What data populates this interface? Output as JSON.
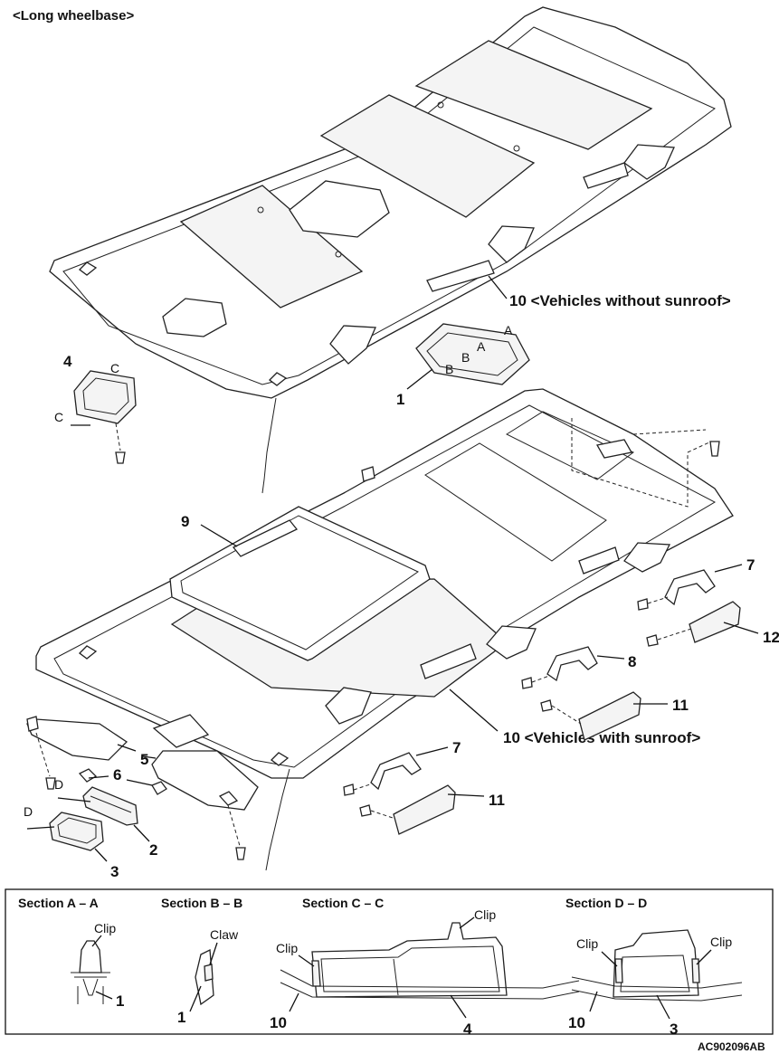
{
  "header_title": "<Long wheelbase>",
  "callouts": {
    "c1_top": "1",
    "c2": "2",
    "c3": "3",
    "c4": "4",
    "c5": "5",
    "c6": "6",
    "c7_top": "7",
    "c7_bottom": "7",
    "c8": "8",
    "c9": "9",
    "c10_without": "10 <Vehicles without sunroof>",
    "c10_with": "10 <Vehicles with sunroof>",
    "c11_right": "11",
    "c11_bottom": "11",
    "c12": "12"
  },
  "view_marks": {
    "a1": "A",
    "a2": "A",
    "b": "B",
    "c1": "C",
    "c2": "C",
    "d1": "D",
    "d2": "D"
  },
  "sections": {
    "aa": {
      "title": "Section A – A",
      "clip": "Clip",
      "part": "1"
    },
    "bb": {
      "title": "Section B – B",
      "claw": "Claw",
      "part": "1"
    },
    "cc": {
      "title": "Section C – C",
      "clip_left": "Clip",
      "clip_top": "Clip",
      "part_left": "10",
      "part_right": "4"
    },
    "dd": {
      "title": "Section D – D",
      "clip_left": "Clip",
      "clip_right": "Clip",
      "part_left": "10",
      "part_right": "3"
    }
  },
  "figure_code": "AC902096AB"
}
